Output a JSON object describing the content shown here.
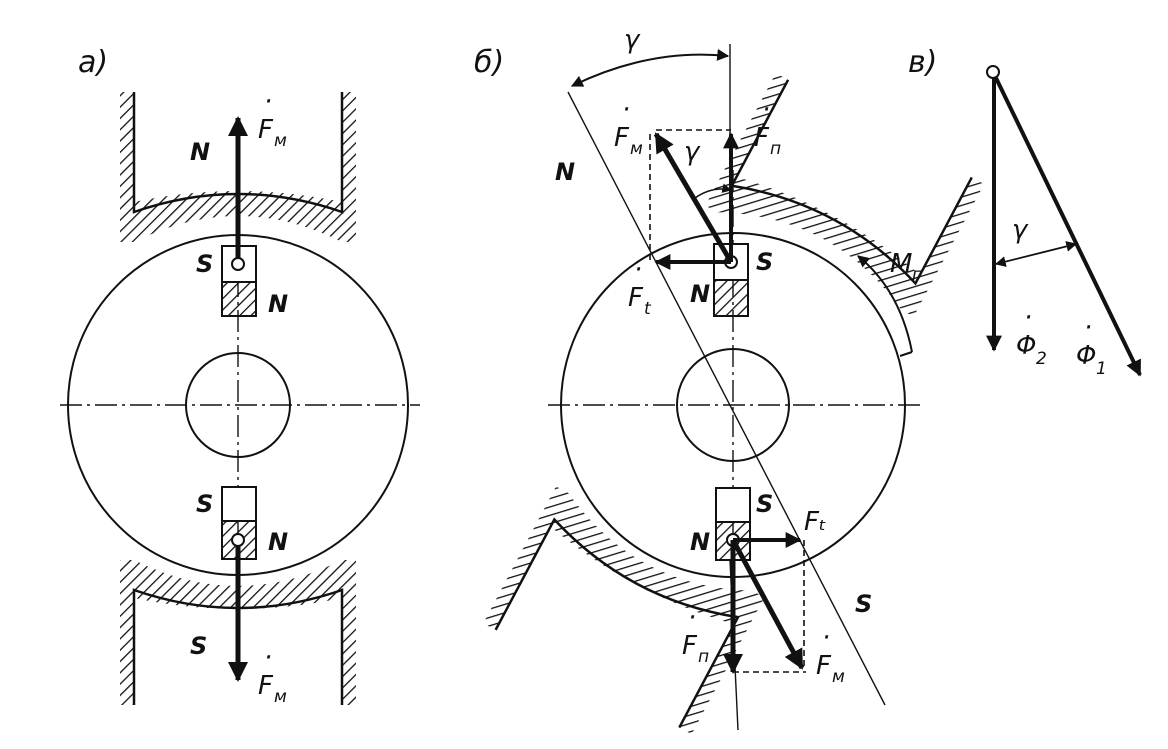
{
  "panels": {
    "a": {
      "label": "а)"
    },
    "b": {
      "label": "б)"
    },
    "c": {
      "label": "в)"
    }
  },
  "labels": {
    "pole_N": "N",
    "pole_S": "S",
    "F": "F",
    "sub_M": "м",
    "sub_n": "п",
    "sub_t": "t",
    "Ft_plain": "Fₜ",
    "gamma": "γ",
    "M": "M",
    "sub_r": "г",
    "Phi": "Φ",
    "sub_1": "1",
    "sub_2": "2",
    "dot": "·"
  },
  "colors": {
    "ink": "#111111",
    "background": "#ffffff"
  }
}
